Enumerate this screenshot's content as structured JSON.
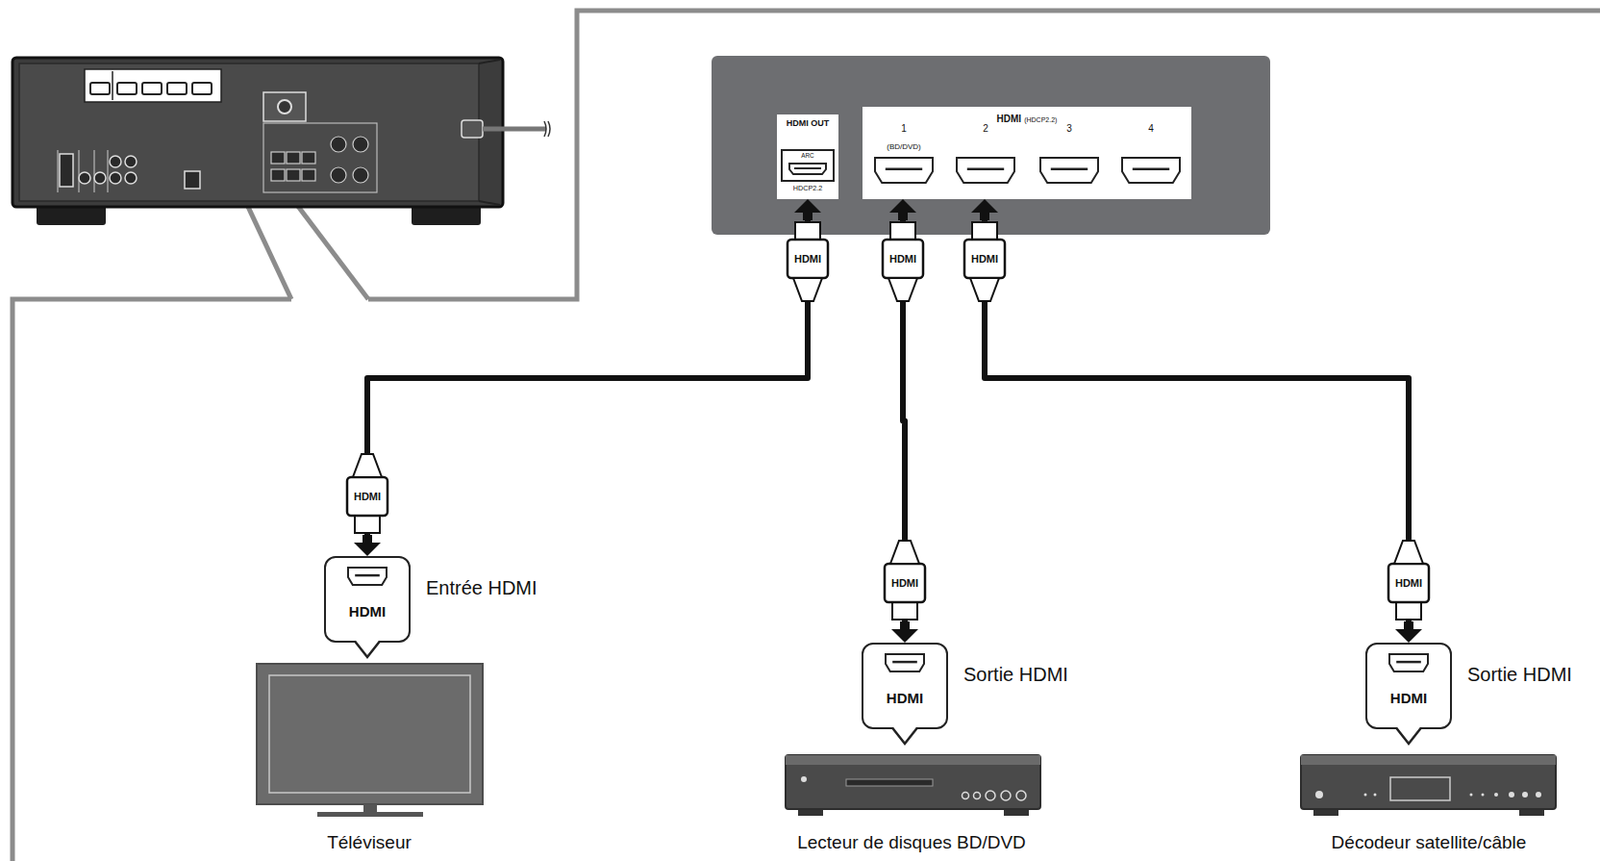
{
  "diagram": {
    "nodes": [
      {
        "text": [
          "HDMI OUT",
          "ARC",
          "HDCP2.2"
        ]
      },
      {
        "text": [
          "HDMI",
          "(HDCP2.2)",
          "1",
          "2",
          "3",
          "4",
          "(BD/DVD)"
        ]
      },
      {
        "text": [
          "HDMI",
          "Entrée HDMI"
        ]
      },
      {
        "text": [
          "HDMI",
          "Sortie HDMI"
        ]
      },
      {
        "text": [
          "HDMI",
          "Sortie HDMI"
        ]
      }
    ],
    "edges": [
      {
        "from": 0,
        "to": 2,
        "arrow": "both"
      },
      {
        "from": 1,
        "to": 3,
        "arrow": "both"
      },
      {
        "from": 1,
        "to": 4,
        "arrow": "both"
      }
    ],
    "labels": [
      "HDMI",
      "HDMI",
      "HDMI",
      "HDMI",
      "HDMI",
      "HDMI",
      "Téléviseur",
      "Lecteur de disques BD/DVD",
      "Décodeur satellite/câble"
    ]
  }
}
